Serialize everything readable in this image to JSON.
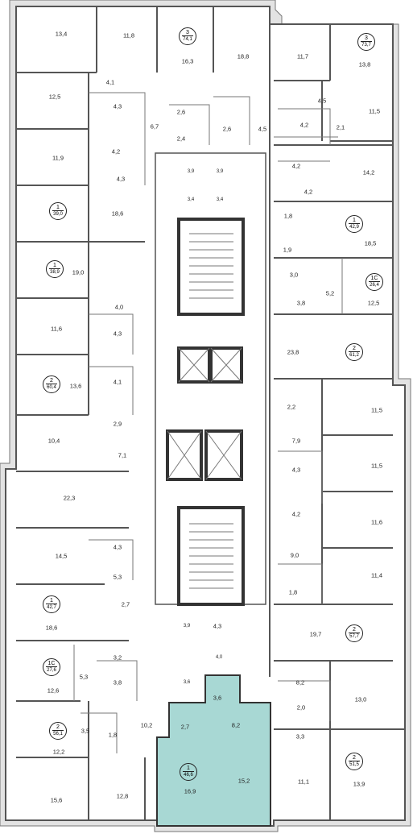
{
  "colors": {
    "highlight": "#a8d8d4",
    "wall": "#555555",
    "exterior": "#e3e3e3"
  },
  "apartments": [
    {
      "rooms": "3",
      "area": "74,1",
      "x": 0,
      "y": 0
    },
    {
      "rooms": "3",
      "area": "73,7"
    },
    {
      "rooms": "1",
      "area": "39,0"
    },
    {
      "rooms": "1",
      "area": "42,9"
    },
    {
      "rooms": "1",
      "area": "38,9"
    },
    {
      "rooms": "1С",
      "area": "26,4"
    },
    {
      "rooms": "2",
      "area": "61,2"
    },
    {
      "rooms": "2",
      "area": "60,4"
    },
    {
      "rooms": "1",
      "area": "42,7"
    },
    {
      "rooms": "2",
      "area": "57,7"
    },
    {
      "rooms": "1С",
      "area": "27,6"
    },
    {
      "rooms": "2",
      "area": "56,1"
    },
    {
      "rooms": "2",
      "area": "51,5"
    },
    {
      "rooms": "1",
      "area": "46,6"
    }
  ],
  "room_areas": [
    "13,4",
    "11,8",
    "16,3",
    "18,8",
    "11,7",
    "13,8",
    "12,5",
    "4,1",
    "4,3",
    "2,6",
    "2,6",
    "6,7",
    "4,5",
    "4,5",
    "4,2",
    "2,1",
    "11,5",
    "2,4",
    "11,9",
    "4,2",
    "4,2",
    "14,2",
    "4,3",
    "3,9",
    "3,9",
    "4,2",
    "18,6",
    "3,4",
    "3,4",
    "1,8",
    "18,5",
    "1,9",
    "19,0",
    "3,0",
    "5,2",
    "12,5",
    "3,8",
    "4,0",
    "11,6",
    "4,3",
    "23,8",
    "4,1",
    "13,6",
    "2,2",
    "11,5",
    "2,9",
    "7,9",
    "10,4",
    "7,1",
    "11,5",
    "4,3",
    "22,3",
    "4,2",
    "11,6",
    "4,3",
    "9,0",
    "14,5",
    "5,3",
    "11,4",
    "1,8",
    "18,6",
    "2,7",
    "3,9",
    "4,3",
    "19,7",
    "3,2",
    "4,0",
    "12,6",
    "5,3",
    "3,8",
    "3,6",
    "3,6",
    "8,2",
    "13,0",
    "2,0",
    "3,5",
    "1,8",
    "10,2",
    "2,7",
    "8,2",
    "3,3",
    "12,2",
    "11,1",
    "13,9",
    "16,9",
    "15,2",
    "15,6",
    "12,8"
  ]
}
